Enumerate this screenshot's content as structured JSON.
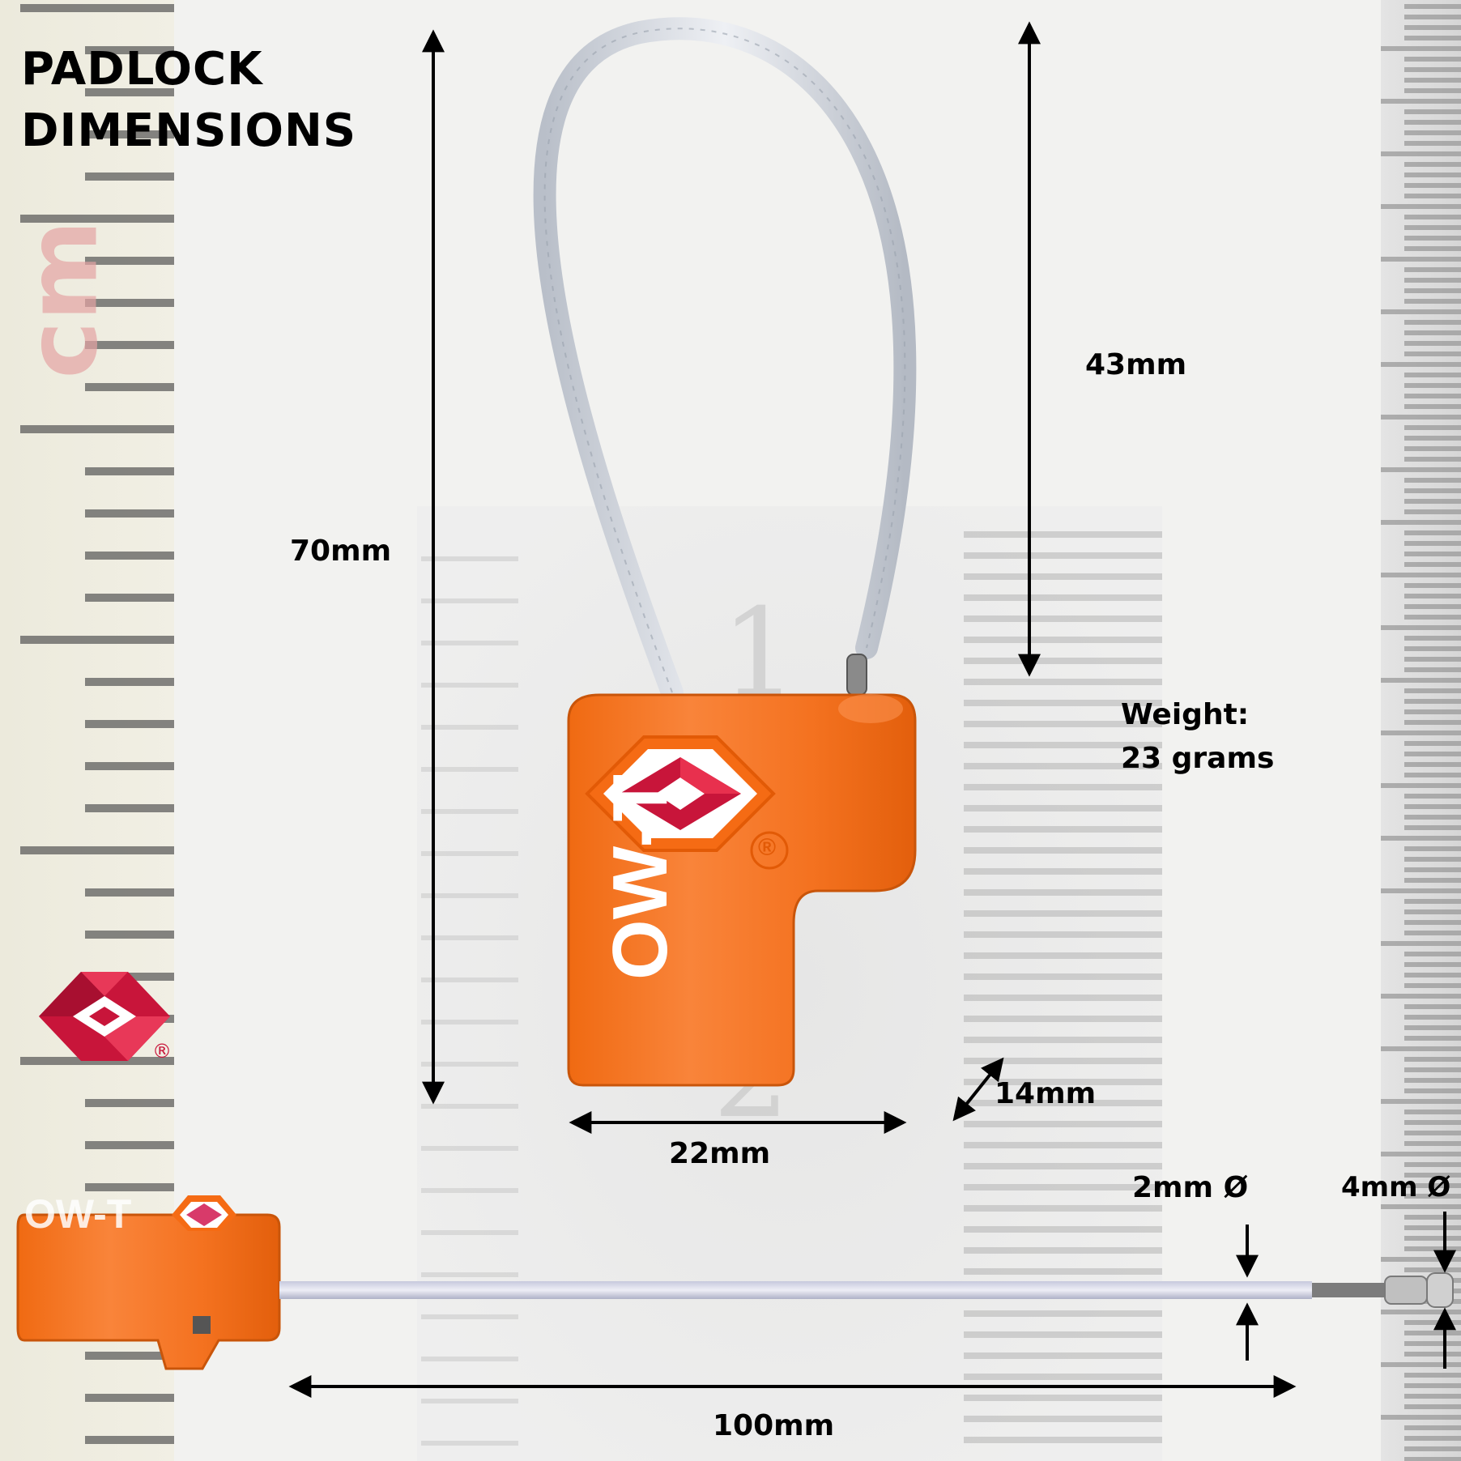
{
  "title": {
    "line1": "PADLOCK",
    "line2": "DIMENSIONS"
  },
  "dimensions": {
    "overall_height": "70mm",
    "cable_height": "43mm",
    "body_width": "22mm",
    "body_depth": "14mm",
    "cable_diameter": "2mm Ø",
    "tip_diameter": "4mm Ø",
    "cable_length": "100mm"
  },
  "weight": {
    "label": "Weight:",
    "value": "23 grams"
  },
  "lock": {
    "engraving": "OW-T",
    "side_engraving": "OW-T",
    "trademark": "®"
  },
  "ruler": {
    "mark_1": "1",
    "mark_2": "2",
    "unit": "cm"
  },
  "logo": {
    "icon": "tsa-diamond-icon",
    "mark": "®"
  },
  "colors": {
    "lock_orange": "#f4721f",
    "logo_red": "#c8153a",
    "cable": "#d8dce4"
  }
}
